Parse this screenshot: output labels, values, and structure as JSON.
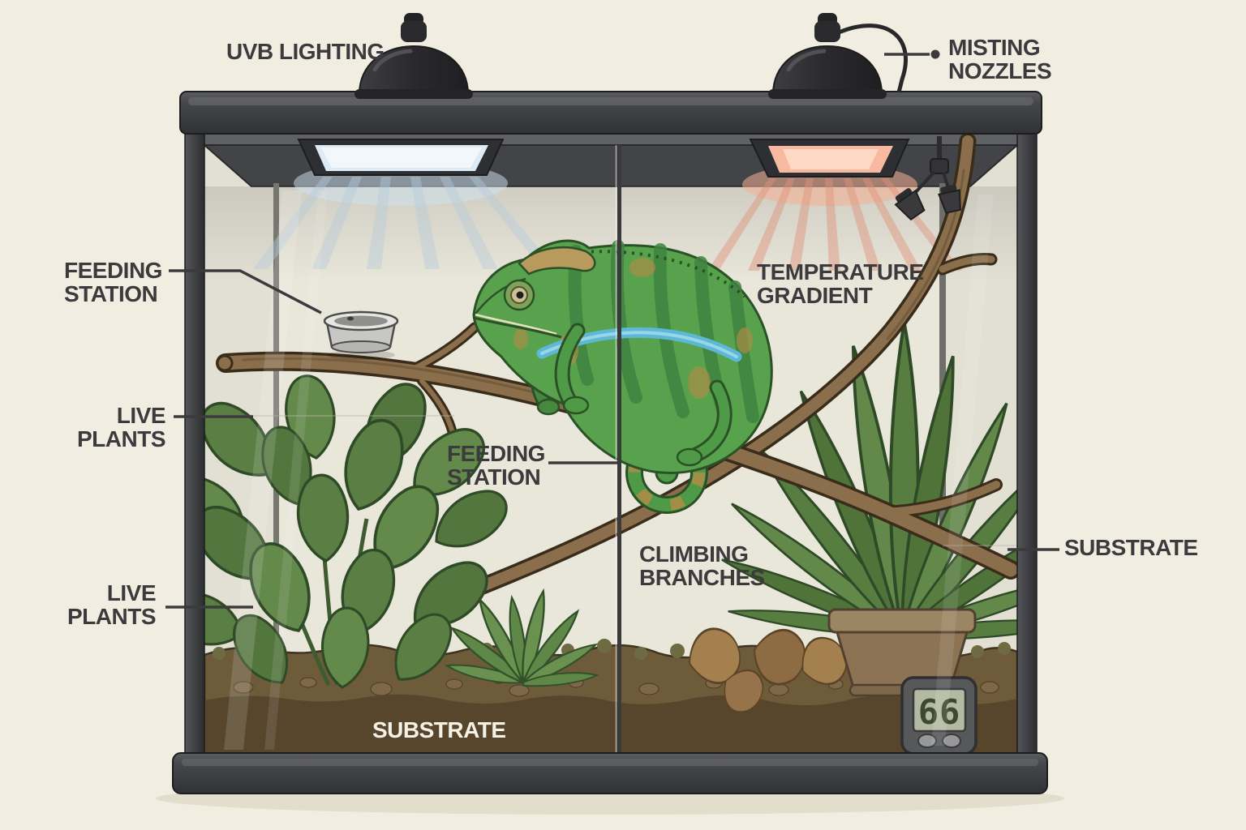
{
  "diagram": {
    "subject": "chameleon terrarium setup",
    "labels": {
      "uvb_lighting": "UVB LIGHTING",
      "misting_nozzles": [
        "MISTING",
        "NOZZLES"
      ],
      "feeding_station_left": [
        "FEEDING",
        "STATION"
      ],
      "live_plants_upper": [
        "LIVE",
        "PLANTS"
      ],
      "live_plants_lower": [
        "LIVE",
        "PLANTS"
      ],
      "temperature_gradient": [
        "TEMPERATURE",
        "GRADIENT"
      ],
      "feeding_station_center": [
        "FEEDING",
        "STATION"
      ],
      "climbing_branches": [
        "CLIMBING",
        "BRANCHES"
      ],
      "substrate_bottom": "SUBSTRATE",
      "substrate_right": "SUBSTRATE"
    },
    "thermometer": {
      "reading": "66"
    },
    "icons": {
      "left_lamp": "uvb-lamp-icon",
      "right_lamp": "heat-lamp-icon",
      "nozzles": "misting-nozzle-icon",
      "dish": "feeding-dish-icon",
      "thermometer": "thermometer-icon"
    },
    "colors": {
      "background": "#f1ede1",
      "frame": "#3c3d3f",
      "glass": "#e9e6da",
      "uvb_light": "#f2f7fb",
      "uvb_rays": "#b5cbdb",
      "heat_light": "#f7b9a0",
      "heat_rays": "#e09179",
      "label_text": "#3b3b3d",
      "substrate": "#6d5b3a",
      "branch": "#8b6e4b",
      "plant_green": "#5a7e43",
      "chameleon_green": "#58a24e",
      "chameleon_stripe": "#5cb8d6"
    }
  }
}
